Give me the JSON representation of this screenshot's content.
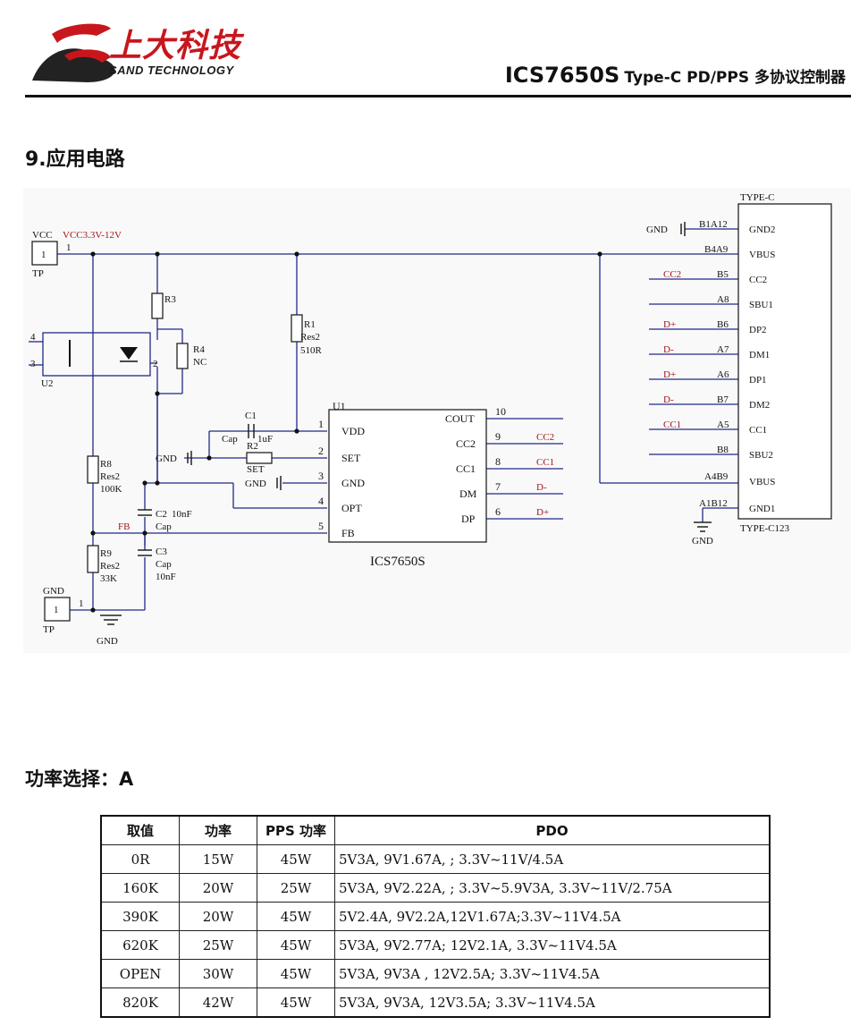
{
  "header": {
    "brand_cn": "上大科技",
    "brand_en": "SAND TECHNOLOGY",
    "model": "ICS7650S",
    "subtitle": "Type-C PD/PPS 多协议控制器"
  },
  "section_title": "9.应用电路",
  "schematic": {
    "vcc_port": {
      "name": "VCC",
      "pin": "1",
      "type": "TP",
      "net": "VCC3.3V-12V",
      "pin_num": "1"
    },
    "gnd_port": {
      "name": "GND",
      "pin": "1",
      "type": "TP",
      "pin_num": "1"
    },
    "gnd_label": "GND",
    "u2": {
      "ref": "U2",
      "pin3": "3",
      "pin4": "4",
      "pin2": "2"
    },
    "r3": "R3",
    "r4": {
      "ref": "R4",
      "value": "NC"
    },
    "r1": {
      "ref": "R1",
      "type": "Res2",
      "value": "510R"
    },
    "r2": {
      "ref": "R2",
      "value": "SET"
    },
    "r8": {
      "ref": "R8",
      "type": "Res2",
      "value": "100K"
    },
    "r9": {
      "ref": "R9",
      "type": "Res2",
      "value": "33K"
    },
    "c1": {
      "ref": "C1",
      "type": "Cap",
      "value": "1uF"
    },
    "c2": {
      "ref": "C2",
      "value": "10nF",
      "type": "Cap"
    },
    "c3": {
      "ref": "C3",
      "type": "Cap",
      "value": "10nF"
    },
    "fb_net": "FB",
    "u1": {
      "ref": "U1",
      "name": "ICS7650S",
      "left_pins": [
        {
          "num": "1",
          "name": "VDD"
        },
        {
          "num": "2",
          "name": "SET"
        },
        {
          "num": "3",
          "name": "GND"
        },
        {
          "num": "4",
          "name": "OPT"
        },
        {
          "num": "5",
          "name": "FB"
        }
      ],
      "right_pins": [
        {
          "num": "10",
          "name": "COUT",
          "net": ""
        },
        {
          "num": "9",
          "name": "CC2",
          "net": "CC2"
        },
        {
          "num": "8",
          "name": "CC1",
          "net": "CC1"
        },
        {
          "num": "7",
          "name": "DM",
          "net": "D-"
        },
        {
          "num": "6",
          "name": "DP",
          "net": "D+"
        }
      ]
    },
    "typec": {
      "ref": "TYPE-C",
      "part": "TYPE-C123",
      "pins": [
        {
          "pin": "B1A12",
          "name": "GND2",
          "net": "GND"
        },
        {
          "pin": "B4A9",
          "name": "VBUS",
          "net": ""
        },
        {
          "pin": "B5",
          "name": "CC2",
          "net": "CC2"
        },
        {
          "pin": "A8",
          "name": "SBU1",
          "net": ""
        },
        {
          "pin": "B6",
          "name": "DP2",
          "net": "D+"
        },
        {
          "pin": "A7",
          "name": "DM1",
          "net": "D-"
        },
        {
          "pin": "A6",
          "name": "DP1",
          "net": "D+"
        },
        {
          "pin": "B7",
          "name": "DM2",
          "net": "D-"
        },
        {
          "pin": "A5",
          "name": "CC1",
          "net": "CC1"
        },
        {
          "pin": "B8",
          "name": "SBU2",
          "net": ""
        },
        {
          "pin": "A4B9",
          "name": "VBUS",
          "net": ""
        },
        {
          "pin": "A1B12",
          "name": "GND1",
          "net": "GND"
        }
      ]
    }
  },
  "power_title": "功率选择：A",
  "table": {
    "headers": [
      "取值",
      "功率",
      "PPS 功率",
      "PDO"
    ],
    "rows": [
      [
        "0R",
        "15W",
        "45W",
        "5V3A, 9V1.67A, ; 3.3V~11V/4.5A"
      ],
      [
        "160K",
        "20W",
        "25W",
        "5V3A, 9V2.22A, ; 3.3V~5.9V3A, 3.3V~11V/2.75A"
      ],
      [
        "390K",
        "20W",
        "45W",
        "5V2.4A, 9V2.2A,12V1.67A;3.3V~11V4.5A"
      ],
      [
        "620K",
        "25W",
        "45W",
        "5V3A, 9V2.77A; 12V2.1A, 3.3V~11V4.5A"
      ],
      [
        "OPEN",
        "30W",
        "45W",
        "5V3A, 9V3A , 12V2.5A; 3.3V~11V4.5A"
      ],
      [
        "820K",
        "42W",
        "45W",
        "5V3A, 9V3A, 12V3.5A; 3.3V~11V4.5A"
      ]
    ]
  },
  "colors": {
    "brand_red": "#c8161d",
    "wire_blue": "#1f2a8a",
    "net_red": "#a4161a"
  }
}
